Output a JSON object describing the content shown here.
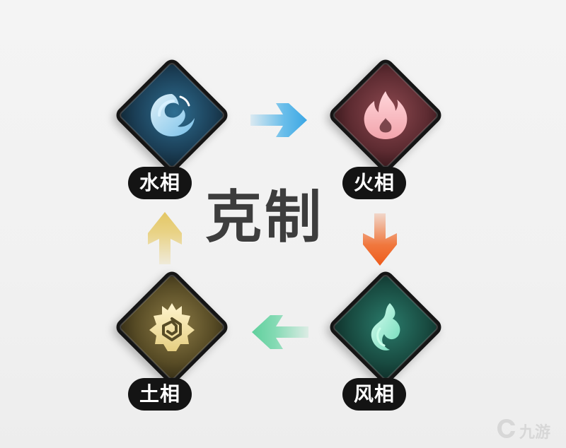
{
  "diagram": {
    "center_label": "克制",
    "nodes": [
      {
        "id": "water",
        "label": "水相",
        "icon": "water-wave-icon",
        "color": "#4aa9dc"
      },
      {
        "id": "fire",
        "label": "火相",
        "icon": "fire-flame-icon",
        "color": "#e6868f"
      },
      {
        "id": "wind",
        "label": "风相",
        "icon": "wind-swirl-icon",
        "color": "#7de0c2"
      },
      {
        "id": "earth",
        "label": "土相",
        "icon": "earth-spiral-icon",
        "color": "#e9d48a"
      }
    ],
    "edges": [
      {
        "from": "水相",
        "to": "火相",
        "color": "#4fb3e8"
      },
      {
        "from": "火相",
        "to": "风相",
        "color": "#f06a2a"
      },
      {
        "from": "风相",
        "to": "土相",
        "color": "#6fd6a8"
      },
      {
        "from": "土相",
        "to": "水相",
        "color": "#e8cf7a"
      }
    ]
  },
  "watermark": {
    "text": "九游"
  }
}
